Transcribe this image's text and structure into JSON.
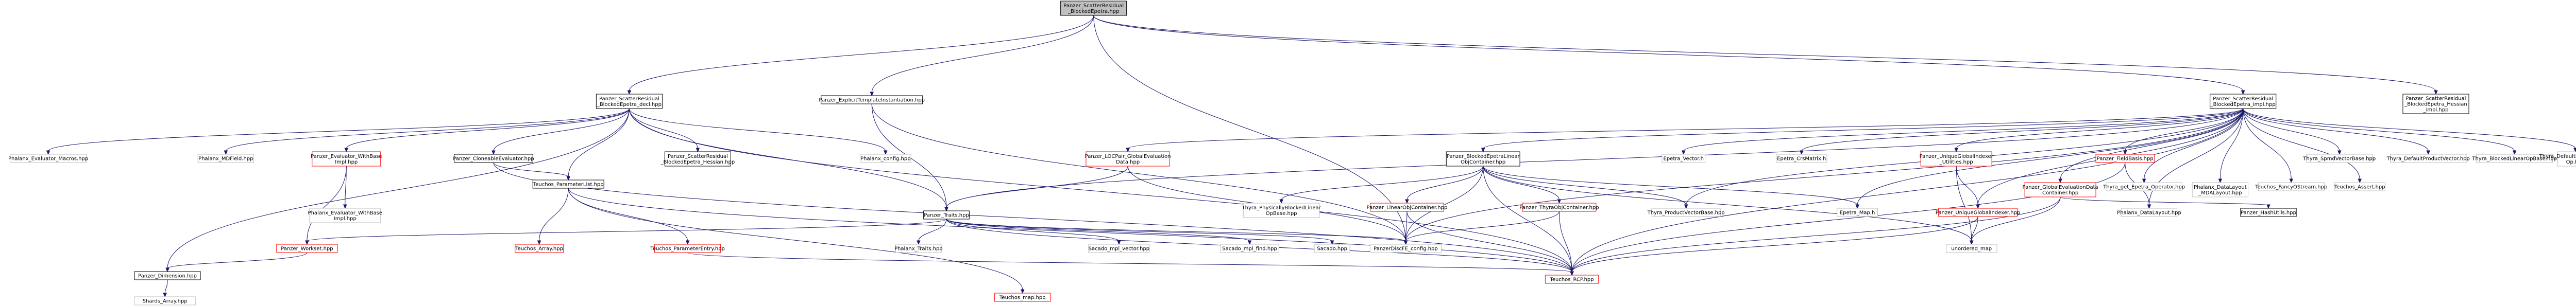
{
  "nodes": [
    {
      "id": "root",
      "style": "root",
      "lines": [
        "Panzer_ScatterResidual",
        "_BlockedEpetra.hpp"
      ]
    },
    {
      "id": "decl",
      "style": "main",
      "lines": [
        "Panzer_ScatterResidual",
        "_BlockedEpetra_decl.hpp"
      ]
    },
    {
      "id": "explicit",
      "style": "main",
      "lines": [
        "Panzer_ExplicitTemplateInstantiation.hpp"
      ]
    },
    {
      "id": "impl",
      "style": "main",
      "lines": [
        "Panzer_ScatterResidual",
        "_BlockedEpetra_impl.hpp"
      ]
    },
    {
      "id": "hessian_impl",
      "style": "main",
      "lines": [
        "Panzer_ScatterResidual",
        "_BlockedEpetra_Hessian",
        "_impl.hpp"
      ]
    },
    {
      "id": "phx_macros",
      "style": "default",
      "lines": [
        "Phalanx_Evaluator_Macros.hpp"
      ]
    },
    {
      "id": "phx_mdfield",
      "style": "default",
      "lines": [
        "Phalanx_MDField.hpp"
      ]
    },
    {
      "id": "evaluator_withbase",
      "style": "red",
      "lines": [
        "Panzer_Evaluator_WithBase",
        "Impl.hpp"
      ]
    },
    {
      "id": "cloneable",
      "style": "main",
      "lines": [
        "Panzer_CloneableEvaluator.hpp"
      ]
    },
    {
      "id": "decl_hessian",
      "style": "main",
      "lines": [
        "Panzer_ScatterResidual",
        "_BlockedEpetra_Hessian.hpp"
      ]
    },
    {
      "id": "phx_config",
      "style": "default",
      "lines": [
        "Phalanx_config.hpp"
      ]
    },
    {
      "id": "lofpair",
      "style": "red",
      "lines": [
        "Panzer_LOCPair_GlobalEvaluation",
        "Data.hpp"
      ]
    },
    {
      "id": "blocked_linobj",
      "style": "main",
      "lines": [
        "Panzer_BlockedEpetraLinear",
        "ObjContainer.hpp"
      ]
    },
    {
      "id": "epetra_vector",
      "style": "default",
      "lines": [
        "Epetra_Vector.h"
      ]
    },
    {
      "id": "epetra_crsmatrix",
      "style": "default",
      "lines": [
        "Epetra_CrsMatrix.h"
      ]
    },
    {
      "id": "unique_utilities",
      "style": "red",
      "lines": [
        "Panzer_UniqueGlobalIndexer",
        "_Utilities.hpp"
      ]
    },
    {
      "id": "fieldbasis",
      "style": "red",
      "lines": [
        "Panzer_FieldBasis.hpp"
      ]
    },
    {
      "id": "thyra_spmd",
      "style": "default",
      "lines": [
        "Thyra_SpmdVectorBase.hpp"
      ]
    },
    {
      "id": "thyra_defaultprod",
      "style": "default",
      "lines": [
        "Thyra_DefaultProductVector.hpp"
      ]
    },
    {
      "id": "thyra_blockedlinop",
      "style": "default",
      "lines": [
        "Thyra_BlockedLinearOpBase.hpp"
      ]
    },
    {
      "id": "thyra_defaultblocked",
      "style": "default",
      "lines": [
        "Thyra_DefaultBlockedLinear",
        "Op.hpp"
      ]
    },
    {
      "id": "globalevaldata",
      "style": "red",
      "lines": [
        "Panzer_GlobalEvaluationData",
        "Container.hpp"
      ]
    },
    {
      "id": "thyra_get_epetra",
      "style": "default",
      "lines": [
        "Thyra_get_Epetra_Operator.hpp"
      ]
    },
    {
      "id": "phx_datalayout_mda",
      "style": "default",
      "lines": [
        "Phalanx_DataLayout",
        "_MDALayout.hpp"
      ]
    },
    {
      "id": "teuchos_fancy",
      "style": "default",
      "lines": [
        "Teuchos_FancyOStream.hpp"
      ]
    },
    {
      "id": "teuchos_assert",
      "style": "default",
      "lines": [
        "Teuchos_Assert.hpp"
      ]
    },
    {
      "id": "phx_withbase_impl",
      "style": "default",
      "lines": [
        "Phalanx_Evaluator_WithBase",
        "Impl.hpp"
      ]
    },
    {
      "id": "teuchos_paramlist",
      "style": "main",
      "lines": [
        "Teuchos_ParameterList.hpp"
      ]
    },
    {
      "id": "panzer_traits",
      "style": "main",
      "lines": [
        "Panzer_Traits.hpp"
      ]
    },
    {
      "id": "thyra_physblocked",
      "style": "default",
      "lines": [
        "Thyra_PhysicallyBlockedLinear",
        "OpBase.hpp"
      ]
    },
    {
      "id": "linearobj",
      "style": "red",
      "lines": [
        "Panzer_LinearObjContainer.hpp"
      ]
    },
    {
      "id": "thyraobj",
      "style": "red",
      "lines": [
        "Panzer_ThyraObjContainer.hpp"
      ]
    },
    {
      "id": "thyra_productvb",
      "style": "default",
      "lines": [
        "Thyra_ProductVectorBase.hpp"
      ]
    },
    {
      "id": "epetra_map",
      "style": "default",
      "lines": [
        "Epetra_Map.h"
      ]
    },
    {
      "id": "unique_indexer",
      "style": "red",
      "lines": [
        "Panzer_UniqueGlobalIndexer.hpp"
      ]
    },
    {
      "id": "phx_datalayout",
      "style": "default",
      "lines": [
        "Phalanx_DataLayout.hpp"
      ]
    },
    {
      "id": "hashutils",
      "style": "main",
      "lines": [
        "Panzer_HashUtils.hpp"
      ]
    },
    {
      "id": "workset",
      "style": "red",
      "lines": [
        "Panzer_Workset.hpp"
      ]
    },
    {
      "id": "teuchos_array",
      "style": "red",
      "lines": [
        "Teuchos_Array.hpp"
      ]
    },
    {
      "id": "teuchos_paramentry",
      "style": "red",
      "lines": [
        "Teuchos_ParameterEntry.hpp"
      ]
    },
    {
      "id": "phx_traits",
      "style": "default",
      "lines": [
        "Phalanx_Traits.hpp"
      ]
    },
    {
      "id": "sacado_mpl_vector",
      "style": "default",
      "lines": [
        "Sacado_mpl_vector.hpp"
      ]
    },
    {
      "id": "sacado_mpl_find",
      "style": "default",
      "lines": [
        "Sacado_mpl_find.hpp"
      ]
    },
    {
      "id": "sacado",
      "style": "default",
      "lines": [
        "Sacado.hpp"
      ]
    },
    {
      "id": "panzer_config",
      "style": "default",
      "lines": [
        "PanzerDiscFE_config.hpp"
      ]
    },
    {
      "id": "unordered_map",
      "style": "default",
      "lines": [
        "unordered_map"
      ]
    },
    {
      "id": "panzer_dimension",
      "style": "main",
      "lines": [
        "Panzer_Dimension.hpp"
      ]
    },
    {
      "id": "teuchos_rcp",
      "style": "red",
      "lines": [
        "Teuchos_RCP.hpp"
      ]
    },
    {
      "id": "shards_array",
      "style": "default",
      "lines": [
        "Shards_Array.hpp"
      ]
    },
    {
      "id": "teuchos_map",
      "style": "red",
      "lines": [
        "Teuchos_map.hpp"
      ]
    }
  ],
  "edges": [
    [
      "root",
      "decl"
    ],
    [
      "root",
      "explicit"
    ],
    [
      "root",
      "impl"
    ],
    [
      "root",
      "hessian_impl"
    ],
    [
      "root",
      "panzer_config"
    ],
    [
      "decl",
      "phx_macros"
    ],
    [
      "decl",
      "phx_mdfield"
    ],
    [
      "decl",
      "evaluator_withbase"
    ],
    [
      "decl",
      "cloneable"
    ],
    [
      "decl",
      "decl_hessian"
    ],
    [
      "decl",
      "phx_config"
    ],
    [
      "decl",
      "panzer_traits"
    ],
    [
      "decl",
      "teuchos_paramlist"
    ],
    [
      "decl",
      "panzer_dimension"
    ],
    [
      "decl",
      "teuchos_rcp"
    ],
    [
      "explicit",
      "panzer_traits"
    ],
    [
      "explicit",
      "panzer_config"
    ],
    [
      "impl",
      "lofpair"
    ],
    [
      "impl",
      "blocked_linobj"
    ],
    [
      "impl",
      "epetra_vector"
    ],
    [
      "impl",
      "epetra_crsmatrix"
    ],
    [
      "impl",
      "unique_utilities"
    ],
    [
      "impl",
      "fieldbasis"
    ],
    [
      "impl",
      "thyra_spmd"
    ],
    [
      "impl",
      "thyra_defaultprod"
    ],
    [
      "impl",
      "thyra_blockedlinop"
    ],
    [
      "impl",
      "thyra_defaultblocked"
    ],
    [
      "impl",
      "globalevaldata"
    ],
    [
      "impl",
      "thyra_get_epetra"
    ],
    [
      "impl",
      "phx_datalayout_mda"
    ],
    [
      "impl",
      "teuchos_fancy"
    ],
    [
      "impl",
      "teuchos_assert"
    ],
    [
      "impl",
      "panzer_traits"
    ],
    [
      "impl",
      "unique_indexer"
    ],
    [
      "impl",
      "epetra_map"
    ],
    [
      "impl",
      "thyra_productvb"
    ],
    [
      "impl",
      "phx_datalayout"
    ],
    [
      "impl",
      "teuchos_rcp"
    ],
    [
      "impl",
      "panzer_config"
    ],
    [
      "evaluator_withbase",
      "phx_withbase_impl"
    ],
    [
      "evaluator_withbase",
      "workset"
    ],
    [
      "cloneable",
      "teuchos_paramlist"
    ],
    [
      "cloneable",
      "teuchos_rcp"
    ],
    [
      "teuchos_paramlist",
      "teuchos_array"
    ],
    [
      "teuchos_paramlist",
      "teuchos_paramentry"
    ],
    [
      "teuchos_paramlist",
      "teuchos_map"
    ],
    [
      "teuchos_paramlist",
      "teuchos_rcp"
    ],
    [
      "panzer_traits",
      "workset"
    ],
    [
      "panzer_traits",
      "phx_traits"
    ],
    [
      "panzer_traits",
      "sacado_mpl_vector"
    ],
    [
      "panzer_traits",
      "sacado_mpl_find"
    ],
    [
      "panzer_traits",
      "sacado"
    ],
    [
      "panzer_traits",
      "panzer_config"
    ],
    [
      "panzer_traits",
      "teuchos_rcp"
    ],
    [
      "lofpair",
      "panzer_traits"
    ],
    [
      "lofpair",
      "panzer_config"
    ],
    [
      "blocked_linobj",
      "thyra_physblocked"
    ],
    [
      "blocked_linobj",
      "linearobj"
    ],
    [
      "blocked_linobj",
      "thyraobj"
    ],
    [
      "blocked_linobj",
      "thyra_productvb"
    ],
    [
      "blocked_linobj",
      "epetra_map"
    ],
    [
      "blocked_linobj",
      "unordered_map"
    ],
    [
      "blocked_linobj",
      "panzer_config"
    ],
    [
      "blocked_linobj",
      "teuchos_rcp"
    ],
    [
      "unique_utilities",
      "unique_indexer"
    ],
    [
      "unique_utilities",
      "unordered_map"
    ],
    [
      "fieldbasis",
      "phx_datalayout"
    ],
    [
      "fieldbasis",
      "teuchos_rcp"
    ],
    [
      "globalevaldata",
      "hashutils"
    ],
    [
      "globalevaldata",
      "unordered_map"
    ],
    [
      "globalevaldata",
      "teuchos_rcp"
    ],
    [
      "linearobj",
      "panzer_config"
    ],
    [
      "linearobj",
      "teuchos_rcp"
    ],
    [
      "thyraobj",
      "panzer_config"
    ],
    [
      "thyraobj",
      "teuchos_rcp"
    ],
    [
      "unique_indexer",
      "unordered_map"
    ],
    [
      "unique_indexer",
      "teuchos_rcp"
    ],
    [
      "workset",
      "panzer_dimension"
    ],
    [
      "teuchos_paramentry",
      "teuchos_rcp"
    ],
    [
      "panzer_dimension",
      "shards_array"
    ]
  ]
}
